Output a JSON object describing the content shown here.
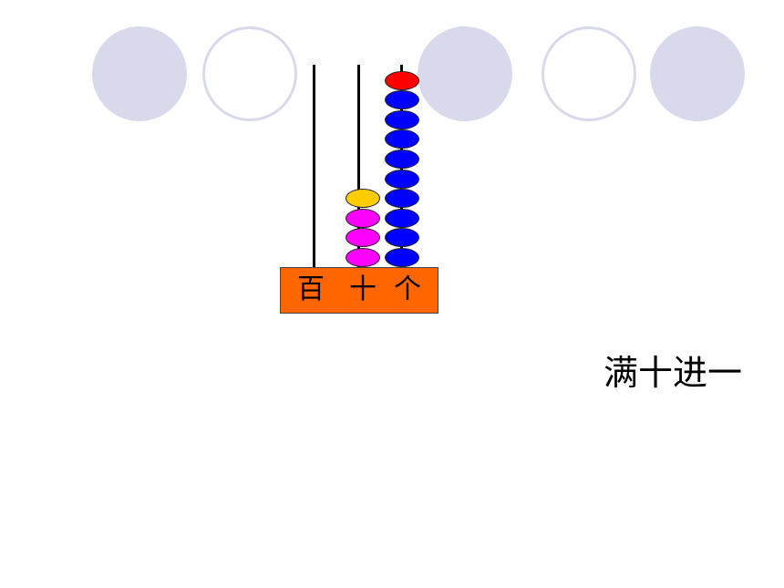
{
  "abacus": {
    "place_labels": {
      "hundreds": "百",
      "tens": "十",
      "ones": "个"
    },
    "bead_counts": {
      "hundreds": 0,
      "tens_pink": 3,
      "tens_yellow": 1,
      "ones_blue": 9,
      "ones_red": 1
    },
    "colors": {
      "base": "#ff6600",
      "ones_bead": "#0000ff",
      "ones_extra_bead": "#ff0000",
      "tens_bead": "#ff00ff",
      "tens_extra_bead": "#ffcc00",
      "rod": "#000000",
      "decor_circle": "#d9d9ec"
    }
  },
  "caption": "满十进一"
}
